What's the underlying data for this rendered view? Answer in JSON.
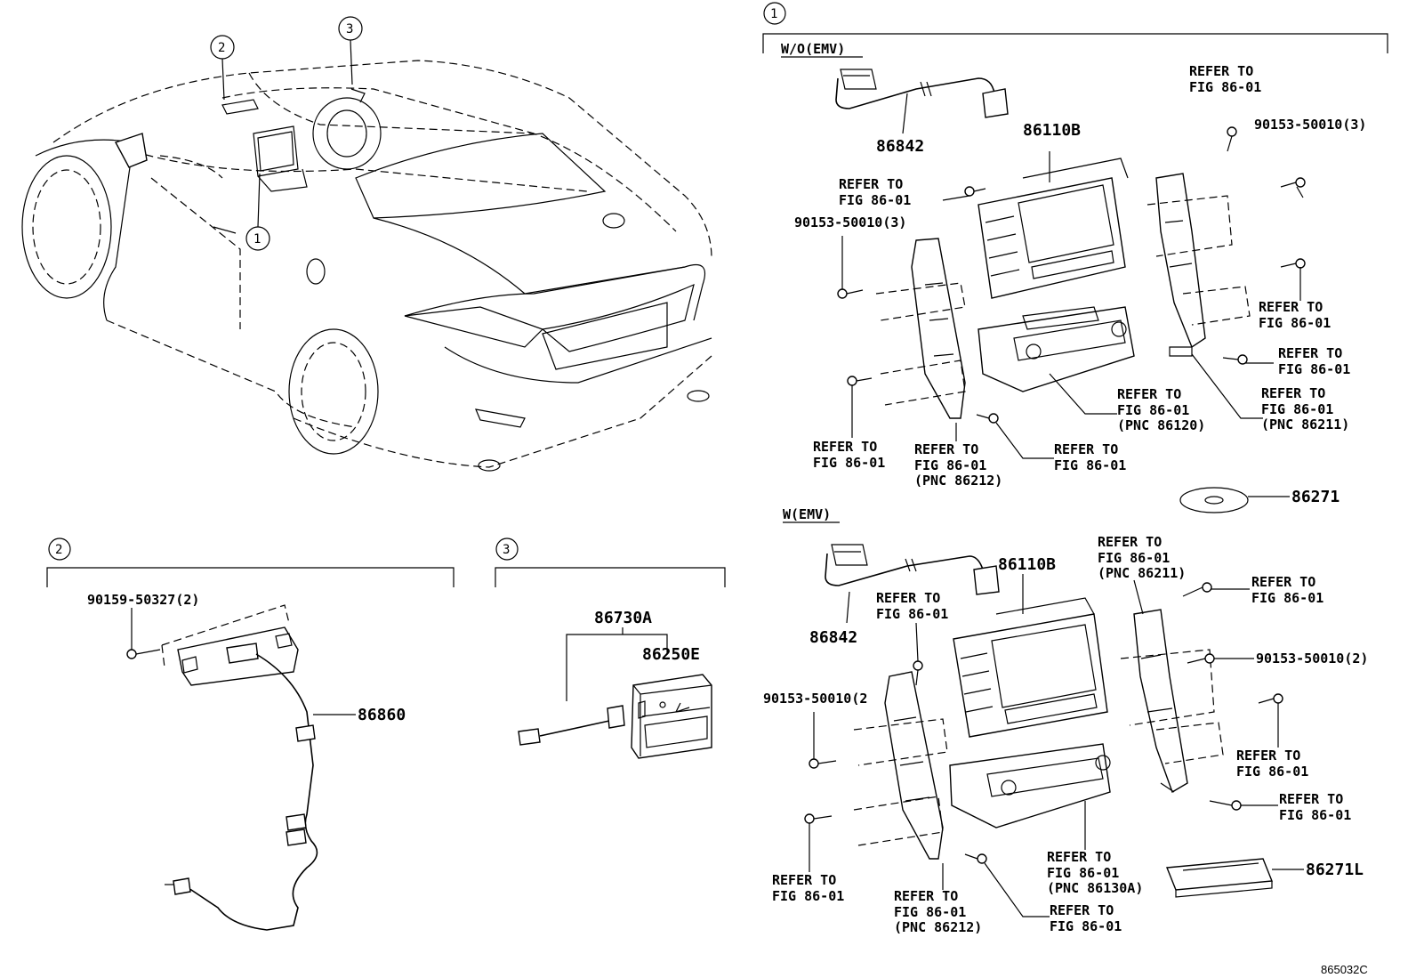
{
  "callouts": {
    "one": "1",
    "two": "2",
    "three": "3"
  },
  "section1": {
    "wo_label": "W/O(EMV)",
    "w_label": "W(EMV)",
    "wo": {
      "p86842": "86842",
      "p86110b": "86110B",
      "ref_top_right_1": "REFER TO",
      "ref_top_right_2": "FIG 86-01",
      "bolt_right": "90153-50010(3)",
      "ref_left_1": "REFER TO",
      "ref_left_2": "FIG 86-01",
      "bolt_left": "90153-50010(3)",
      "ref_r1_1": "REFER TO",
      "ref_r1_2": "FIG 86-01",
      "ref_r2_1": "REFER TO",
      "ref_r2_2": "FIG 86-01",
      "ref_r3_1": "REFER TO",
      "ref_r3_2": "FIG 86-01",
      "ref_r3_3": "(PNC 86211)",
      "ref_c_1": "REFER TO",
      "ref_c_2": "FIG 86-01",
      "ref_c_3": "(PNC 86120)",
      "ref_bl_1": "REFER TO",
      "ref_bl_2": "FIG 86-01",
      "ref_bm_1": "REFER TO",
      "ref_bm_2": "FIG 86-01",
      "ref_bm_3": "(PNC 86212)",
      "ref_br_1": "REFER TO",
      "ref_br_2": "FIG 86-01",
      "p86271": "86271"
    },
    "w": {
      "p86842": "86842",
      "p86110b": "86110B",
      "ref_tr_1": "REFER TO",
      "ref_tr_2": "FIG 86-01",
      "ref_tr_3": "(PNC 86211)",
      "ref_r0_1": "REFER TO",
      "ref_r0_2": "FIG 86-01",
      "ref_l_1": "REFER TO",
      "ref_l_2": "FIG 86-01",
      "bolt_right": "90153-50010(2)",
      "bolt_left": "90153-50010(2",
      "ref_r1_1": "REFER TO",
      "ref_r1_2": "FIG 86-01",
      "ref_r2_1": "REFER TO",
      "ref_r2_2": "FIG 86-01",
      "ref_bl_1": "REFER TO",
      "ref_bl_2": "FIG 86-01",
      "ref_c_1": "REFER TO",
      "ref_c_2": "FIG 86-01",
      "ref_c_3": "(PNC 86130A)",
      "ref_bm_1": "REFER TO",
      "ref_bm_2": "FIG 86-01",
      "ref_bm_3": "(PNC 86212)",
      "ref_br_1": "REFER TO",
      "ref_br_2": "FIG 86-01",
      "p86271l": "86271L"
    }
  },
  "section2": {
    "bolt": "90159-50327(2)",
    "p86860": "86860"
  },
  "section3": {
    "p86730a": "86730A",
    "p86250e": "86250E"
  },
  "figure_id": "865032C"
}
